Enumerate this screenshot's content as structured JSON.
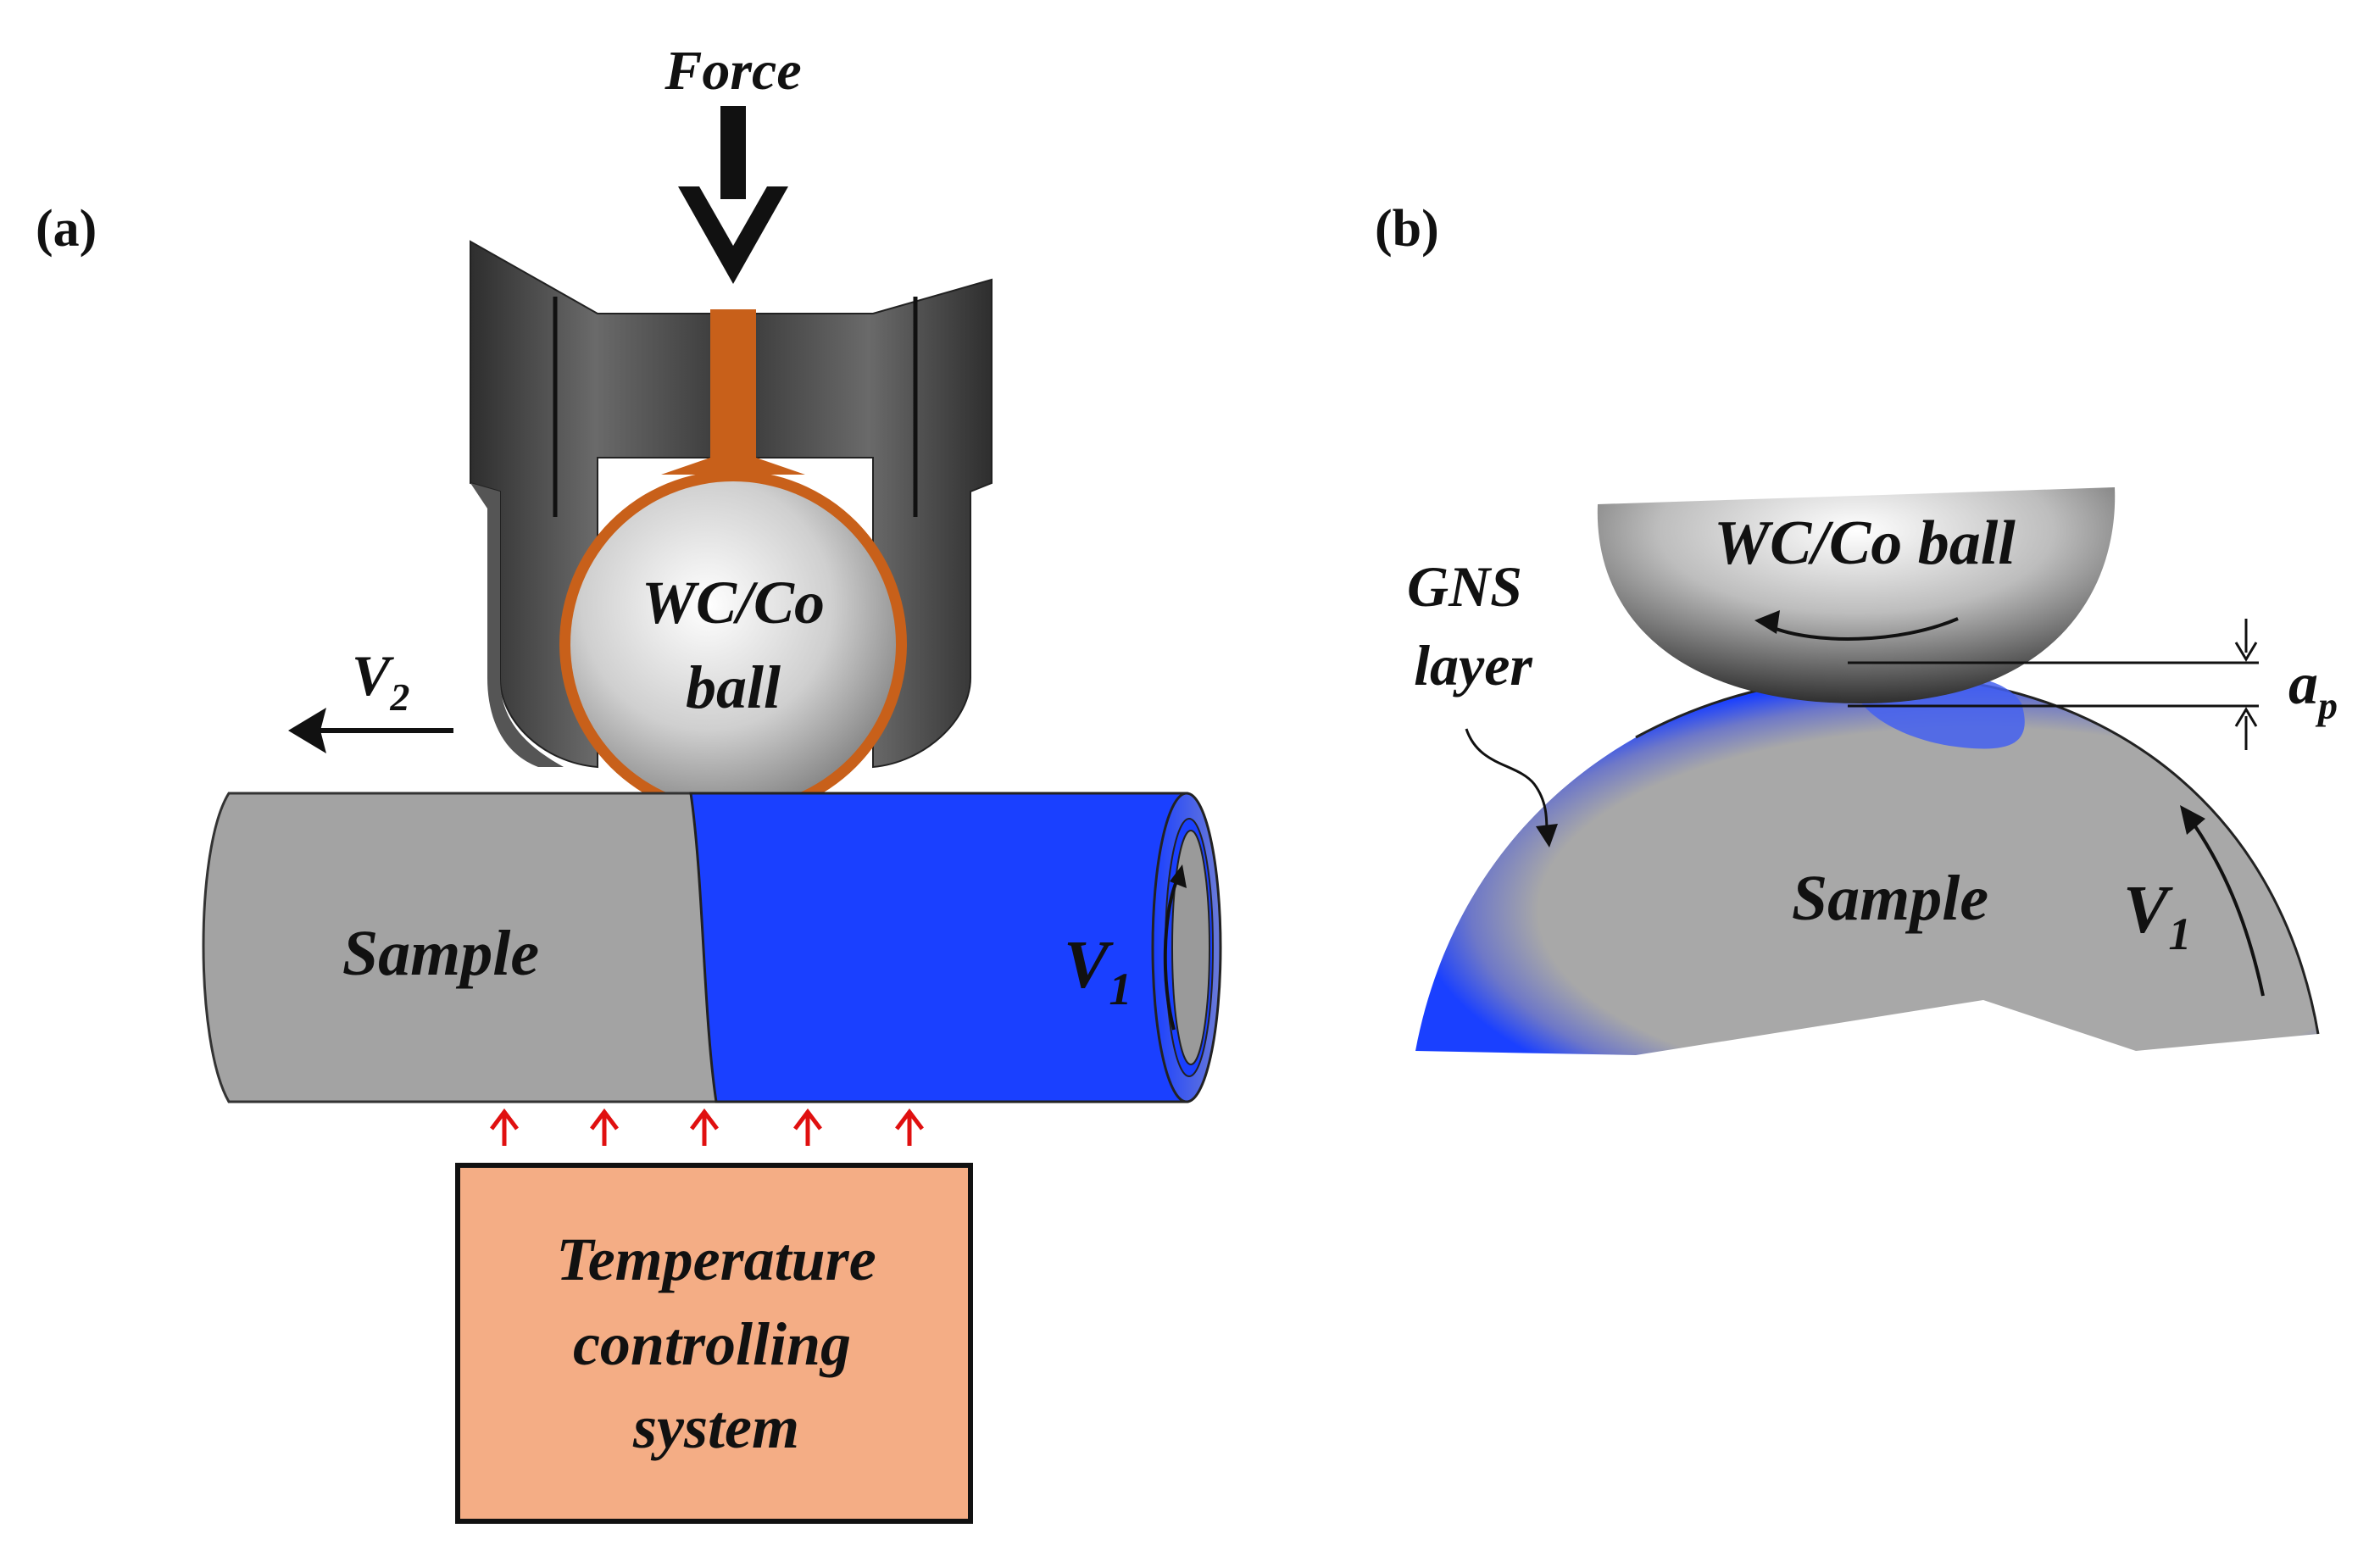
{
  "panel_a": {
    "label": "(a)",
    "force_label": "Force",
    "ball_label_line1": "WC/Co",
    "ball_label_line2": "ball",
    "v2_label": "V",
    "v2_sub": "2",
    "sample_label": "Sample",
    "v1_label": "V",
    "v1_sub": "1",
    "box_line1": "Temperature",
    "box_line2": "controlling",
    "box_line3": "system"
  },
  "panel_b": {
    "label": "(b)",
    "ball_label": "WC/Co ball",
    "gns_line1": "GNS",
    "gns_line2": "layer",
    "sample_label": "Sample",
    "v1_label": "V",
    "v1_sub": "1",
    "ap_label": "a",
    "ap_sub": "p"
  },
  "colors": {
    "tool_dark": "#3a3a3a",
    "tool_mid": "#6a6a6a",
    "copper": "#c8601a",
    "sample_gray": "#a3a3a3",
    "treated_blue": "#1a40ff",
    "box_fill": "#f4ad85",
    "heat_arrow": "#e01010"
  }
}
